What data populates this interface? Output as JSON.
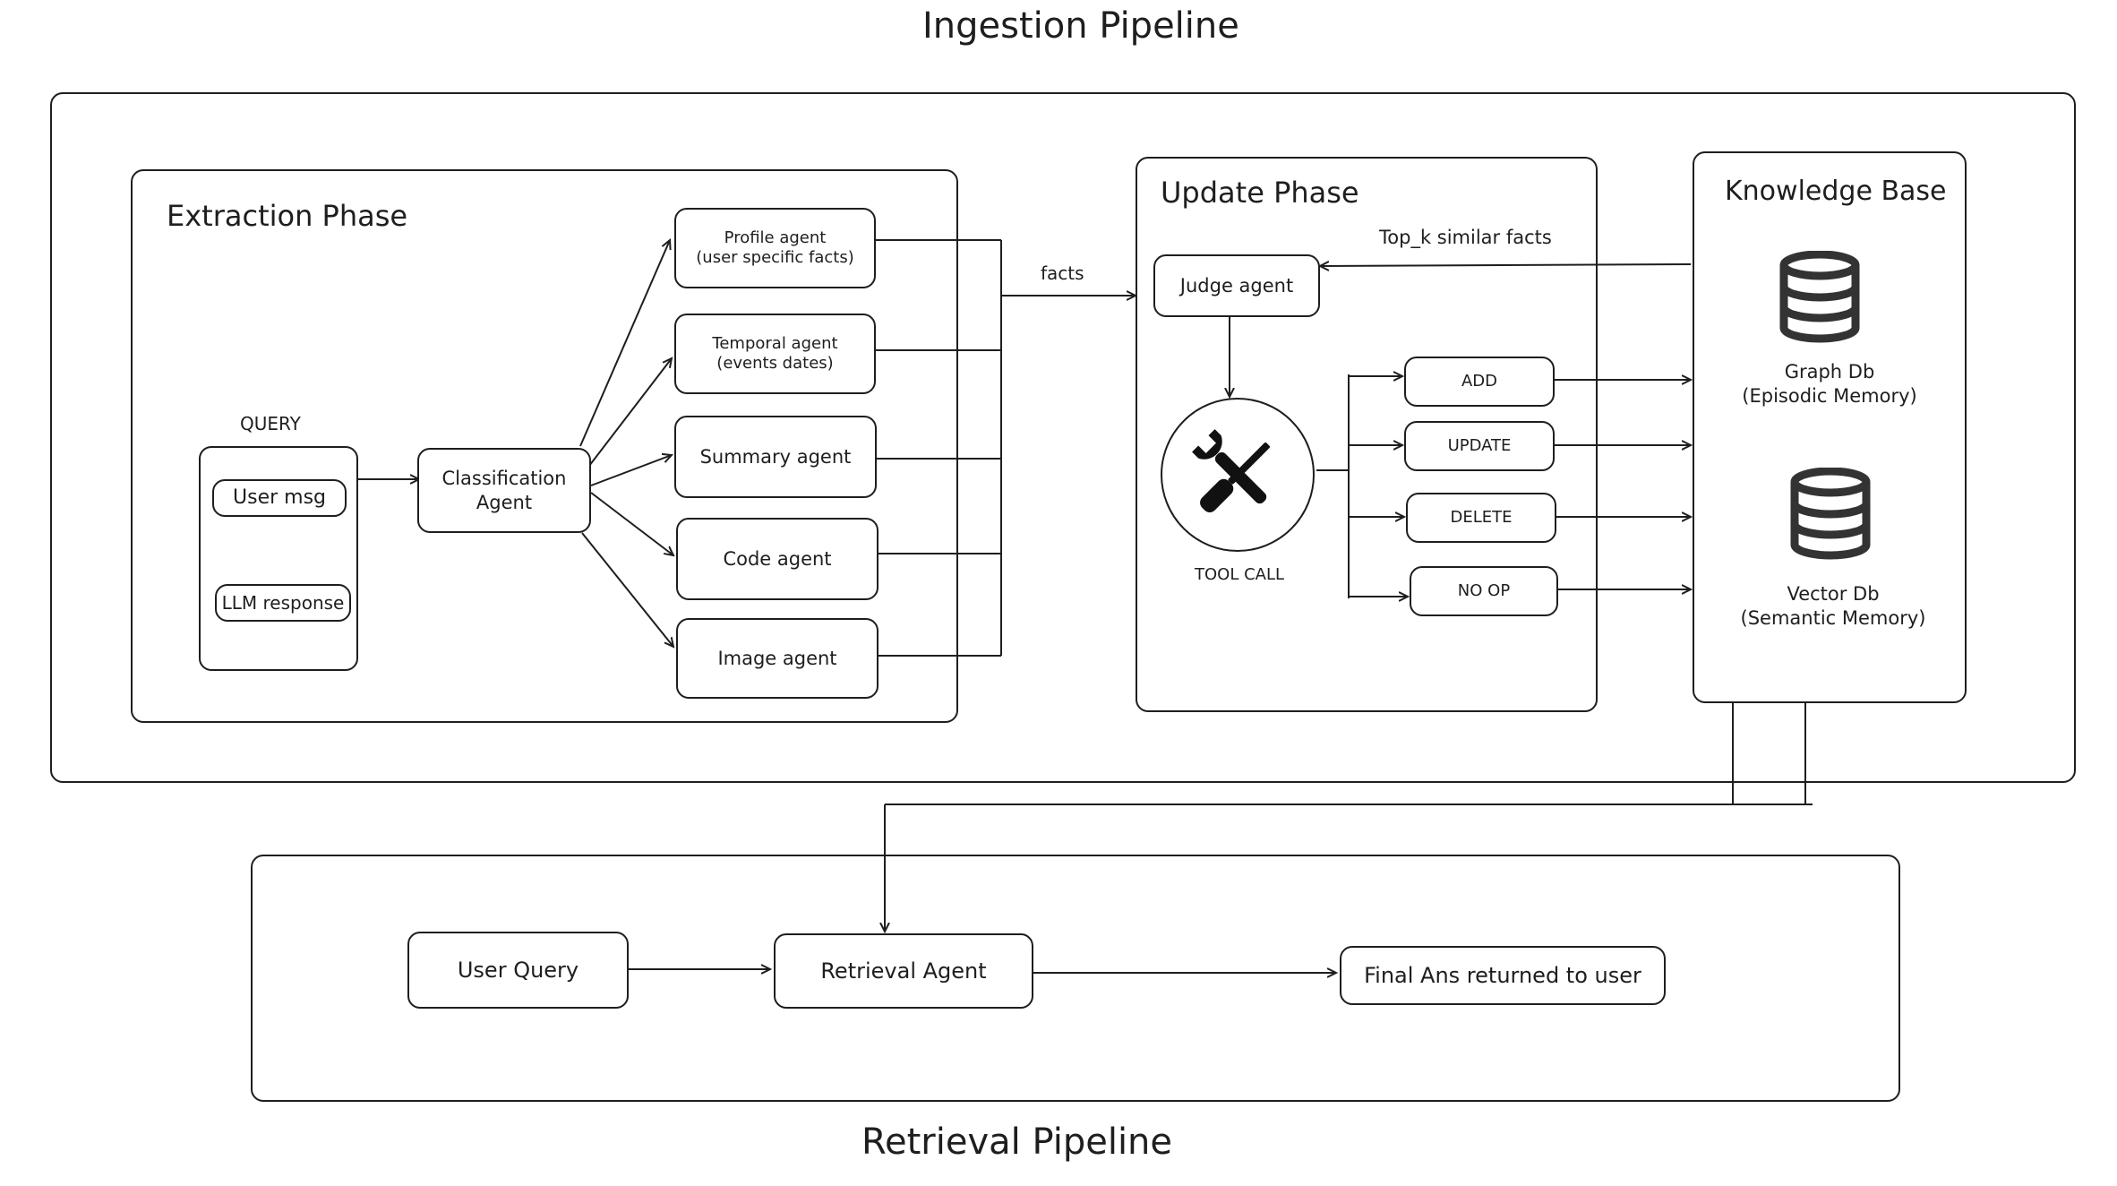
{
  "diagram": {
    "ingestion_title": "Ingestion Pipeline",
    "retrieval_title": "Retrieval Pipeline",
    "extraction": {
      "title": "Extraction Phase",
      "query_label": "QUERY",
      "user_msg": "User msg",
      "llm_response": "LLM response",
      "classification": "Classification\nAgent",
      "agents": {
        "profile": "Profile agent\n(user specific facts)",
        "temporal": "Temporal agent\n(events dates)",
        "summary": "Summary agent",
        "code": "Code agent",
        "image": "Image agent"
      },
      "facts_label": "facts"
    },
    "update": {
      "title": "Update Phase",
      "judge": "Judge agent",
      "tool_call": "TOOL CALL",
      "topk_label": "Top_k similar facts",
      "ops": {
        "add": "ADD",
        "update": "UPDATE",
        "delete": "DELETE",
        "noop": "NO OP"
      }
    },
    "knowledge": {
      "title": "Knowledge Base",
      "graph": "Graph Db\n(Episodic Memory)",
      "vector": "Vector Db\n(Semantic Memory)"
    },
    "retrieval": {
      "user_query": "User Query",
      "agent": "Retrieval Agent",
      "final": "Final Ans returned to user"
    }
  }
}
